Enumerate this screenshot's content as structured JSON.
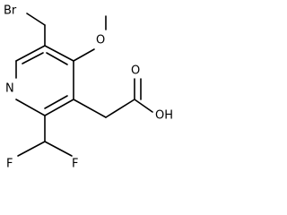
{
  "structure": {
    "atoms": {
      "bromine": "Br",
      "oxygen_methoxy": "O",
      "nitrogen_ring": "N",
      "oxygen_carbonyl": "O",
      "hydroxyl": "OH",
      "fluorine_left": "F",
      "fluorine_right": "F"
    }
  }
}
